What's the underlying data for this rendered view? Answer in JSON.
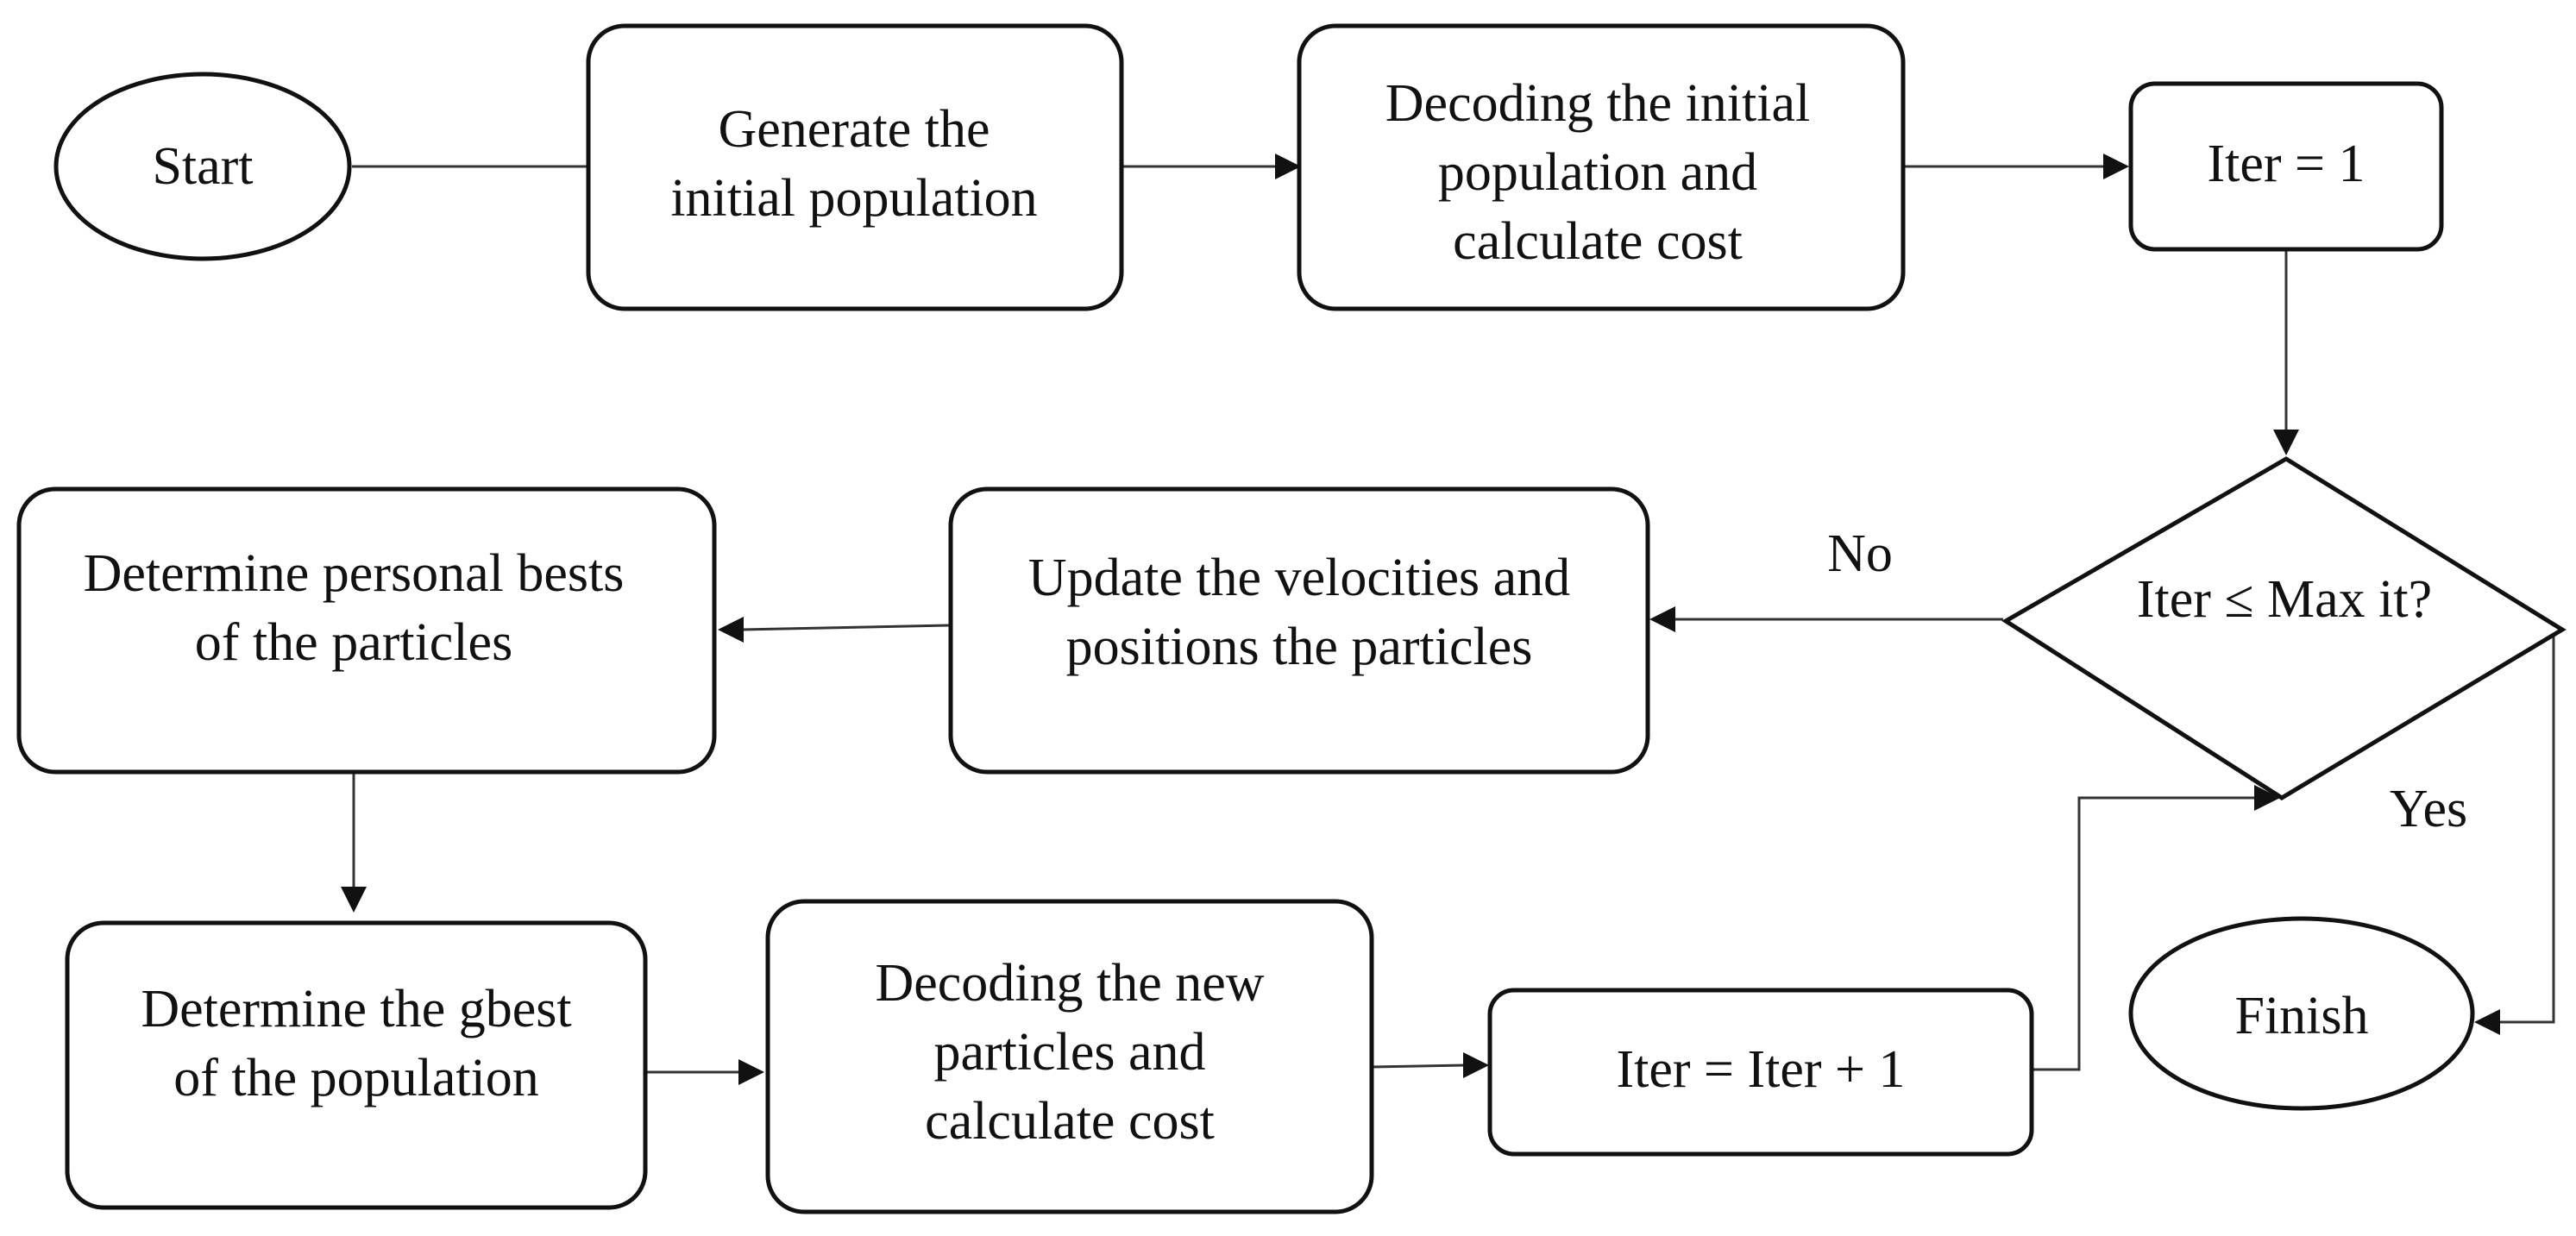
{
  "nodes": {
    "start": [
      "Start"
    ],
    "generate": [
      "Generate the",
      "initial population"
    ],
    "decode_initial": [
      "Decoding the initial",
      "population and",
      "calculate cost"
    ],
    "iter_init": [
      "Iter = 1"
    ],
    "decision": [
      "Iter ≤ Max it?"
    ],
    "update": [
      "Update the velocities and",
      "positions the particles"
    ],
    "pbest": [
      "Determine personal bests",
      "of the particles"
    ],
    "gbest": [
      "Determine the gbest",
      "of the population"
    ],
    "decode_new": [
      "Decoding the new",
      "particles and",
      "calculate cost"
    ],
    "iter_inc": [
      "Iter = Iter + 1"
    ],
    "finish": [
      "Finish"
    ]
  },
  "edge_labels": {
    "no": "No",
    "yes": "Yes"
  }
}
